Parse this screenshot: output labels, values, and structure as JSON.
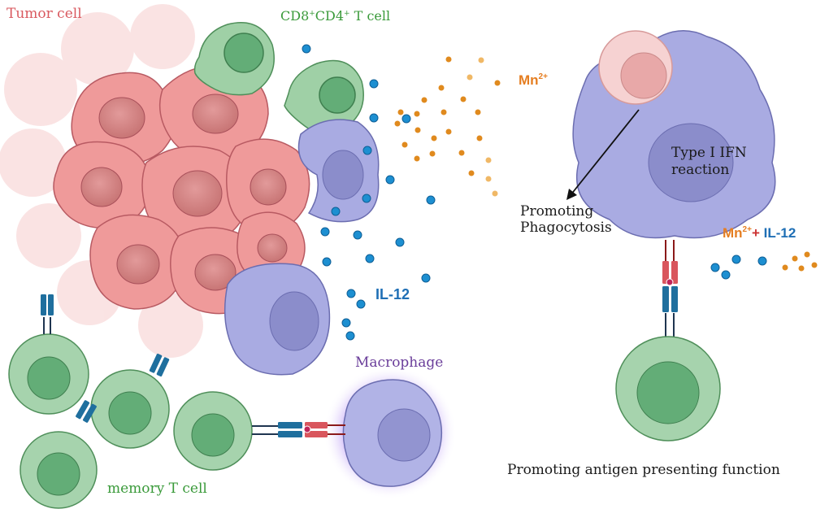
{
  "labels": {
    "tumor_cell": "Tumor cell",
    "t_cell": "CD8",
    "t_cell_sup1": "+",
    "t_cell_mid": "CD4",
    "t_cell_sup2": "+",
    "t_cell_suffix": " T cell",
    "mn": "Mn",
    "mn_sup": "2+",
    "il12": "IL-12",
    "macrophage": "Macrophage",
    "memory_t_cell": "memory T cell",
    "type1_ifn_line1": "Type I IFN",
    "type1_ifn_line2": "reaction",
    "phagocytosis_line1": "Promoting",
    "phagocytosis_line2": "Phagocytosis",
    "combo_mn": "Mn",
    "combo_sup": "2+",
    "combo_plus": "+",
    "combo_il12": " IL-12",
    "antigen_presenting": "Promoting antigen presenting function"
  },
  "colors": {
    "tumor_label": "#d9595f",
    "tcell_label": "#3a9a3a",
    "mn_label": "#e57e22",
    "il12_label": "#1f6fb5",
    "macrophage_label": "#6a3d9a",
    "plus_red": "#cc3333",
    "text_dark": "#1a1a1a"
  }
}
